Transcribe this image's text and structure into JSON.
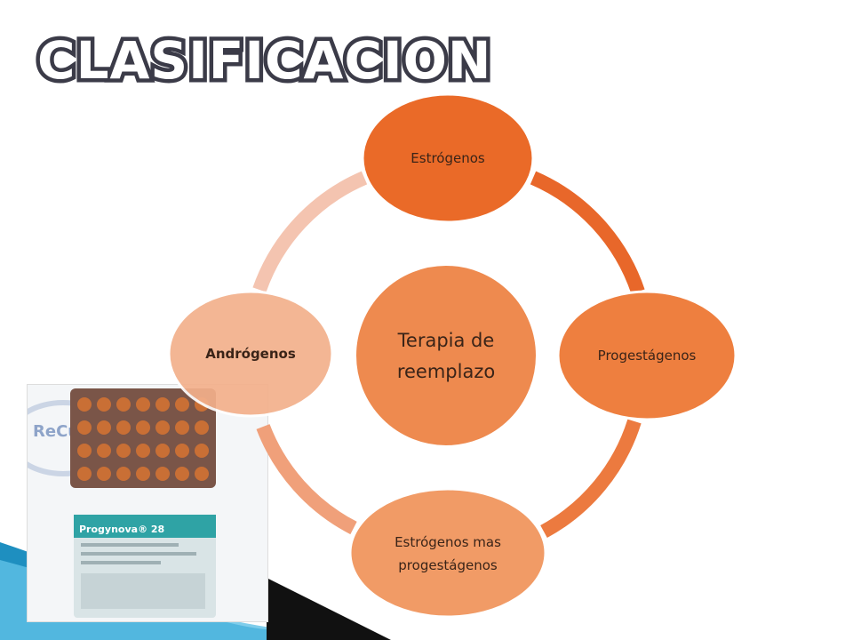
{
  "slide": {
    "title": "CLASIFICACION"
  },
  "diagram": {
    "center": "Terapia de reemplazo",
    "nodes": [
      {
        "label": "Estrógenos"
      },
      {
        "label": "Progestágenos"
      },
      {
        "label": "Estrógenos mas progestágenos"
      },
      {
        "label": "Andrógenos"
      }
    ]
  },
  "photo": {
    "stamp_text": "ReCus",
    "pack_brand": "Progynova® 28"
  },
  "colors": {
    "center_fill": "#ee8a4f",
    "node_top": "#ea6a28",
    "node_right": "#ee7f3f",
    "node_bottom": "#f19b66",
    "node_left": "#f3b08b",
    "ring": "#e8702e",
    "title_outline": "#3b3b48",
    "bottom_accent": "#1e8fc0"
  }
}
